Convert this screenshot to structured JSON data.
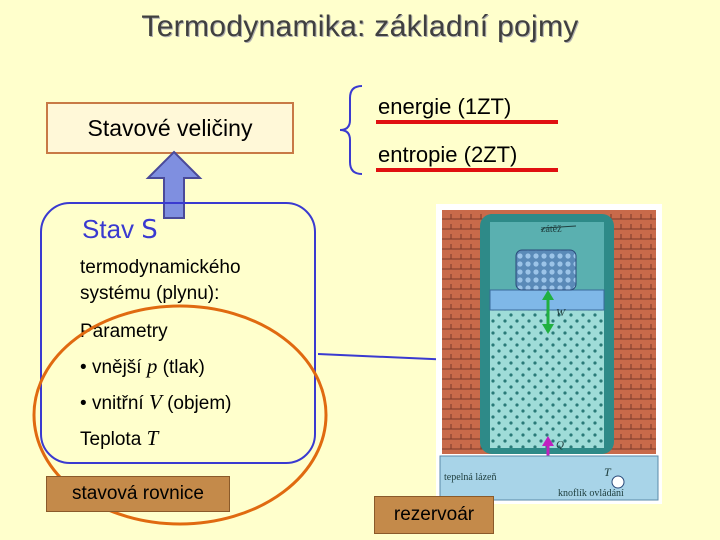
{
  "title": "Termodynamika: základní pojmy",
  "stavove_veliciny": "Stavové veličiny",
  "terms": {
    "energie": "energie (1ZT)",
    "entropie": "entropie (2ZT)"
  },
  "state": {
    "heading": "Stav",
    "symbol": "S",
    "line1": "termodynamického",
    "line2": "systému (plynu):",
    "parametry": "Parametry",
    "bullet": "•",
    "vnejsi_label": "vnější",
    "vnejsi_symbol": "p",
    "vnejsi_unit": "(tlak)",
    "vnitrni_label": "vnitřní",
    "vnitrni_symbol": "V",
    "vnitrni_unit": "(objem)",
    "teplota_label": "Teplota",
    "teplota_symbol": "T"
  },
  "stavova_rovnice": "stavová rovnice",
  "rezervoar": "rezervoár",
  "figure": {
    "zatez": "zátěž",
    "w": "W",
    "q": "Q",
    "t": "T",
    "lazen": "tepelná lázeň",
    "knoflik": "knoflík ovládání"
  },
  "colors": {
    "background": "#ffffcc",
    "accent_blue": "#3a3ad0",
    "underline_red": "#e01010",
    "box_brown": "#c48a4a",
    "ellipse_orange": "#e06a10",
    "arrow_green": "#20b040",
    "arrow_magenta": "#c020c0",
    "piston_blue": "#7fb8e8",
    "gas_teal": "#9fdcd8"
  }
}
